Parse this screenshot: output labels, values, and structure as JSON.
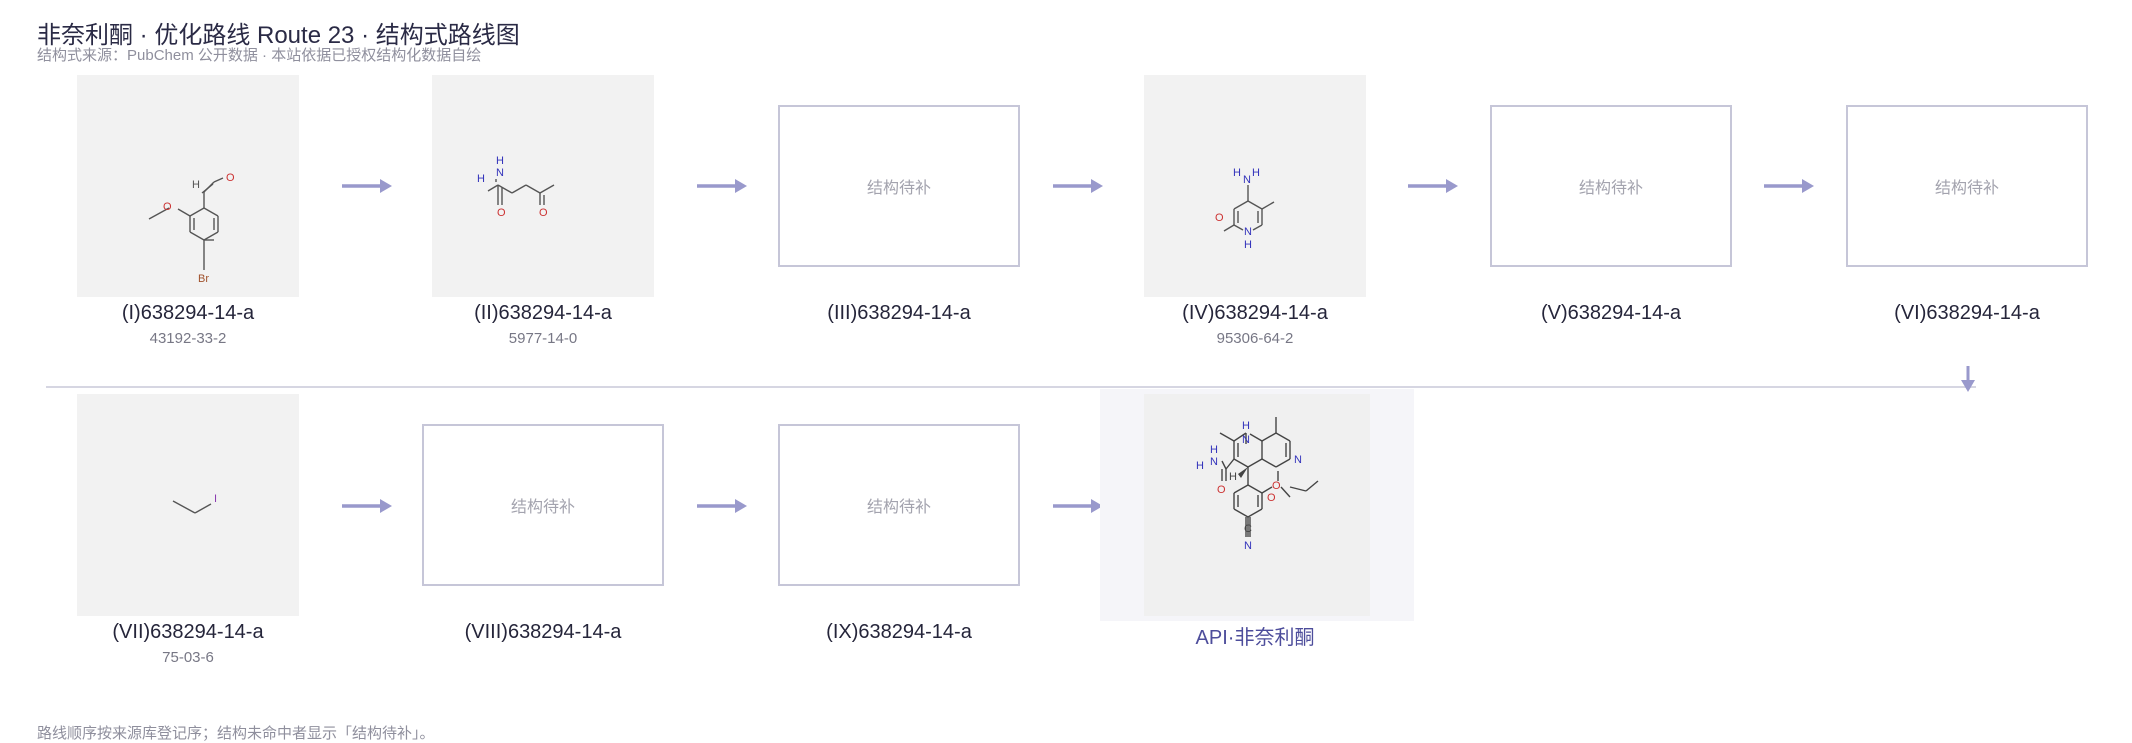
{
  "header": {
    "title": "非奈利酮 · 优化路线 Route 23 · 结构式路线图",
    "subtitle": "结构式来源：PubChem 公开数据 · 本站依据已授权结构化数据自绘"
  },
  "footnote": "路线顺序按来源库登记序；结构未命中者显示「结构待补」。",
  "placeholder_text": "结构待补",
  "compounds": [
    {
      "label": "(I)638294-14-a",
      "cas": "43192-33-2"
    },
    {
      "label": "(II)638294-14-a",
      "cas": "5977-14-0"
    },
    {
      "label": "(III)638294-14-a",
      "cas": ""
    },
    {
      "label": "(IV)638294-14-a",
      "cas": "95306-64-2"
    },
    {
      "label": "(V)638294-14-a",
      "cas": ""
    },
    {
      "label": "(VI)638294-14-a",
      "cas": ""
    },
    {
      "label": "(VII)638294-14-a",
      "cas": "75-03-6"
    },
    {
      "label": "(VIII)638294-14-a",
      "cas": ""
    },
    {
      "label": "(IX)638294-14-a",
      "cas": ""
    },
    {
      "label": "API·非奈利酮",
      "cas": ""
    }
  ],
  "atoms": {
    "c1": {
      "o_ald": "O",
      "h_ald": "H",
      "o_meth": "O",
      "br": "Br"
    },
    "c2": {
      "h1": "H",
      "n": "N",
      "h2": "H",
      "o1": "O",
      "o2": "O"
    },
    "c4": {
      "n_top": "N",
      "h_a": "H",
      "h_b": "H",
      "o": "O",
      "n_ring": "N",
      "h_n": "H"
    },
    "c7": {
      "i": "I"
    },
    "api": {
      "nh_n": "N",
      "nh_h": "H",
      "pyr_n": "N",
      "o_eth": "O",
      "h_am1": "H",
      "n_am": "N",
      "h_am2": "H",
      "o_am": "O",
      "h_stereo": "H",
      "o_meth": "O",
      "c_nitrile": "C",
      "n_nitrile": "N"
    }
  },
  "colors": {
    "accent": "#9999cc",
    "oxygen": "#cc3333",
    "nitrogen": "#3333bb",
    "bromine": "#a0522d",
    "iodine": "#8a3ab0"
  }
}
